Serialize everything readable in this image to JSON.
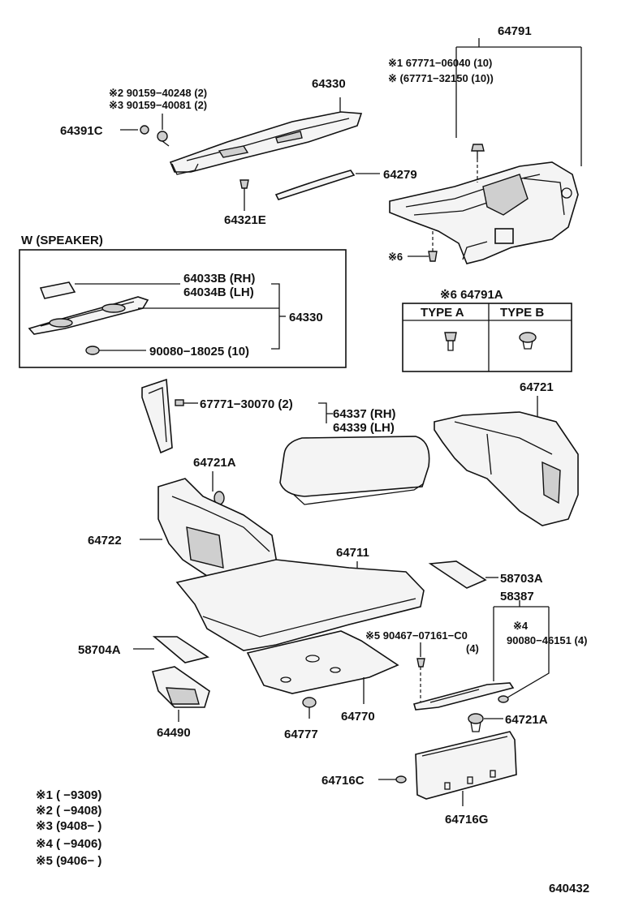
{
  "diagram": {
    "labels": {
      "p64791": "64791",
      "p67771_06040": "※1 67771−06040 (10)",
      "p67771_32150": "※ (67771−32150 (10))",
      "p90159_40248": "※2 90159−40248 (2)",
      "p90159_40081": "※3 90159−40081 (2)",
      "p64330_top": "64330",
      "p64391C": "64391C",
      "p64279": "64279",
      "p64321E": "64321E",
      "speaker_title": "W (SPEAKER)",
      "p64033B": "64033B (RH)",
      "p64034B": "64034B (LH)",
      "p64330_box": "64330",
      "p90080_18025": "90080−18025 (10)",
      "p6_left": "※6",
      "p64791A": "※6 64791A",
      "typeA": "TYPE A",
      "typeB": "TYPE B",
      "p64721_top": "64721",
      "p67771_30070": "67771−30070 (2)",
      "p64337": "64337 (RH)",
      "p64339": "64339 (LH)",
      "p64721A_top": "64721A",
      "p64722": "64722",
      "p64711": "64711",
      "p58703A": "58703A",
      "p58387": "58387",
      "p90467": "※5 90467−07161−C0",
      "p90467_qty": "(4)",
      "p90080_46151_mark": "※4",
      "p90080_46151": "90080−46151 (4)",
      "p58704A": "58704A",
      "p64490": "64490",
      "p64770": "64770",
      "p64777": "64777",
      "p64721A_bot": "64721A",
      "p64716C": "64716C",
      "p64716G": "64716G",
      "fig_no": "640432"
    },
    "footnotes": [
      "※1 (      −9309)",
      "※2 (      −9408)",
      "※3 (9408−      )",
      "※4 (      −9406)",
      "※5 (9406−      )"
    ]
  }
}
